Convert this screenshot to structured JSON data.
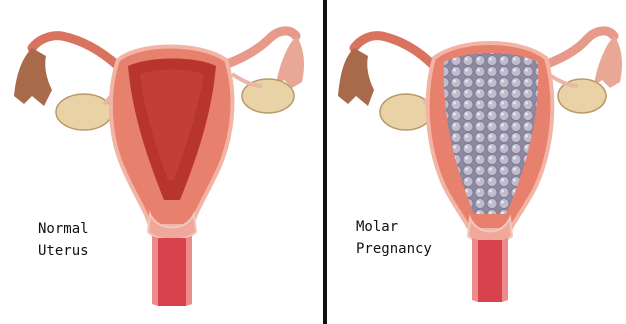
{
  "left_panel": {
    "label_line1": "Normal",
    "label_line2": "Uterus"
  },
  "right_panel": {
    "label_line1": "Molar",
    "label_line2": "Pregnancy"
  },
  "colors": {
    "tissue_outer": "#e8806e",
    "tissue_inner": "#c8463c",
    "cavity": "#b8352d",
    "ovary": "#e8d2a6",
    "cyst_fill": "#b4b2c4",
    "divider": "#111111"
  }
}
